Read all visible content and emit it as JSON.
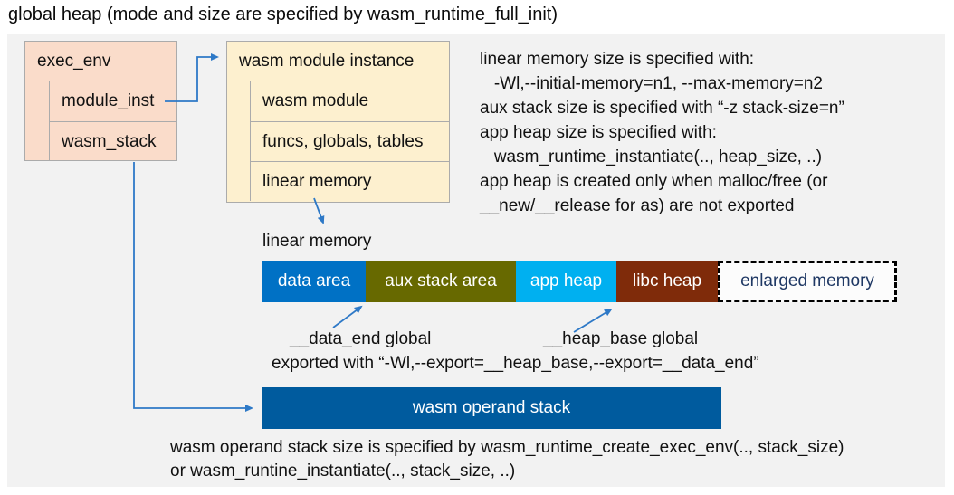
{
  "title": "global heap (mode and size are specified by wasm_runtime_full_init)",
  "exec_env": {
    "title": "exec_env",
    "rows": [
      {
        "label": "module_inst"
      },
      {
        "label": "wasm_stack"
      }
    ]
  },
  "module_instance": {
    "title": "wasm module instance",
    "rows": [
      {
        "label": "wasm module"
      },
      {
        "label": "funcs, globals, tables"
      },
      {
        "label": "linear memory"
      }
    ]
  },
  "notes_right": {
    "lines": [
      "linear memory size is specified with:",
      "   -Wl,--initial-memory=n1, --max-memory=n2",
      "aux stack size is specified with “-z stack-size=n”",
      "app heap size is specified with:",
      "   wasm_runtime_instantiate(.., heap_size, ..)",
      "app heap is created only when malloc/free (or",
      "__new/__release for as) are not exported"
    ]
  },
  "linear_memory": {
    "label": "linear memory",
    "segments": [
      {
        "label": "data area"
      },
      {
        "label": "aux stack area"
      },
      {
        "label": "app heap"
      },
      {
        "label": "libc heap"
      },
      {
        "label": "enlarged memory"
      }
    ]
  },
  "annotations": {
    "data_end": "__data_end global",
    "heap_base": "__heap_base global",
    "exported": "exported with “-Wl,--export=__heap_base,--export=__data_end”"
  },
  "operand_stack": {
    "label": "wasm operand stack"
  },
  "notes_bottom": {
    "line1": "wasm operand stack size is specified by wasm_runtime_create_exec_env(.., stack_size)",
    "line2": "or wasm_runtine_instantiate(.., stack_size, ..)"
  },
  "colors": {
    "panel-bg": "#f2f2f2",
    "text": "#111111",
    "box-peach": "#fadcca",
    "box-cream": "#fdf0cf",
    "box-border": "#ababab",
    "seg-data": "#0071c5",
    "seg-aux": "#676900",
    "seg-appheap": "#00b0f0",
    "seg-libc": "#7f2b0a",
    "operand": "#005b9e",
    "arrow": "#2e79c7",
    "enlarged-text": "#1f3864"
  }
}
